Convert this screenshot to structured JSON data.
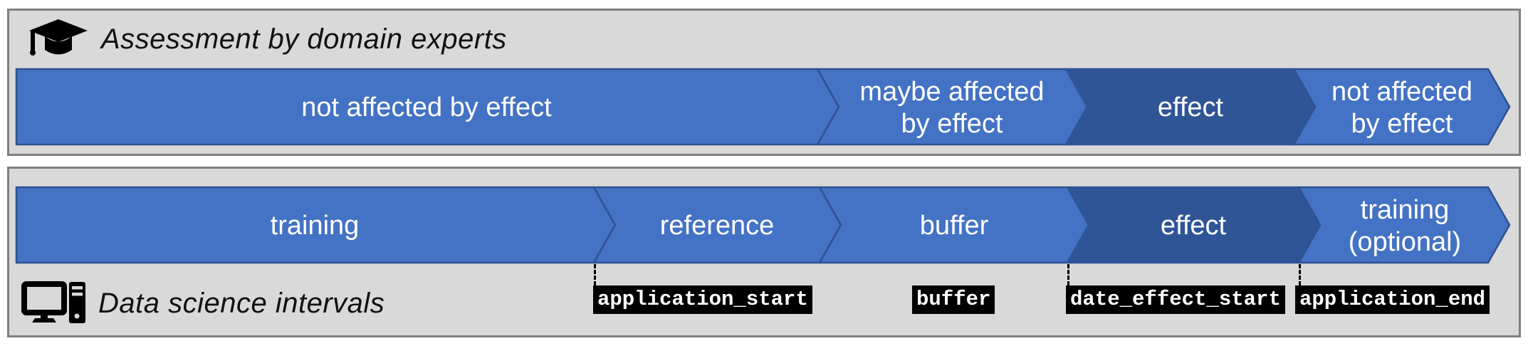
{
  "colors": {
    "page_background": "#ffffff",
    "panel_background": "#d9d9d9",
    "panel_border": "#7f7f7f",
    "segment_blue": "#4472c4",
    "segment_dark_blue": "#2f5597",
    "segment_outline": "#2f528f",
    "segment_text": "#ffffff",
    "marker_background": "#000000",
    "marker_text": "#ffffff",
    "connector": "#000000"
  },
  "expert_panel": {
    "title": "Assessment by domain experts",
    "icon": "graduation-cap",
    "segments": [
      {
        "tone": "blue",
        "lines": [
          "not affected by effect"
        ]
      },
      {
        "tone": "blue",
        "lines": [
          "maybe affected",
          "by effect"
        ]
      },
      {
        "tone": "dark-blue",
        "lines": [
          "effect"
        ]
      },
      {
        "tone": "blue",
        "lines": [
          "not affected",
          "by effect"
        ]
      }
    ]
  },
  "ds_panel": {
    "title": "Data science intervals",
    "icon": "desktop-computer",
    "segments": [
      {
        "tone": "blue",
        "lines": [
          "training"
        ]
      },
      {
        "tone": "blue",
        "lines": [
          "reference"
        ]
      },
      {
        "tone": "blue",
        "lines": [
          "buffer"
        ]
      },
      {
        "tone": "dark-blue",
        "lines": [
          "effect"
        ]
      },
      {
        "tone": "blue",
        "lines": [
          "training",
          "(optional)"
        ]
      }
    ],
    "markers": [
      {
        "label": "application_start",
        "dashed_connector": true
      },
      {
        "label": "buffer",
        "dashed_connector": false
      },
      {
        "label": "date_effect_start",
        "dashed_connector": true
      },
      {
        "label": "application_end",
        "dashed_connector": true
      }
    ]
  }
}
